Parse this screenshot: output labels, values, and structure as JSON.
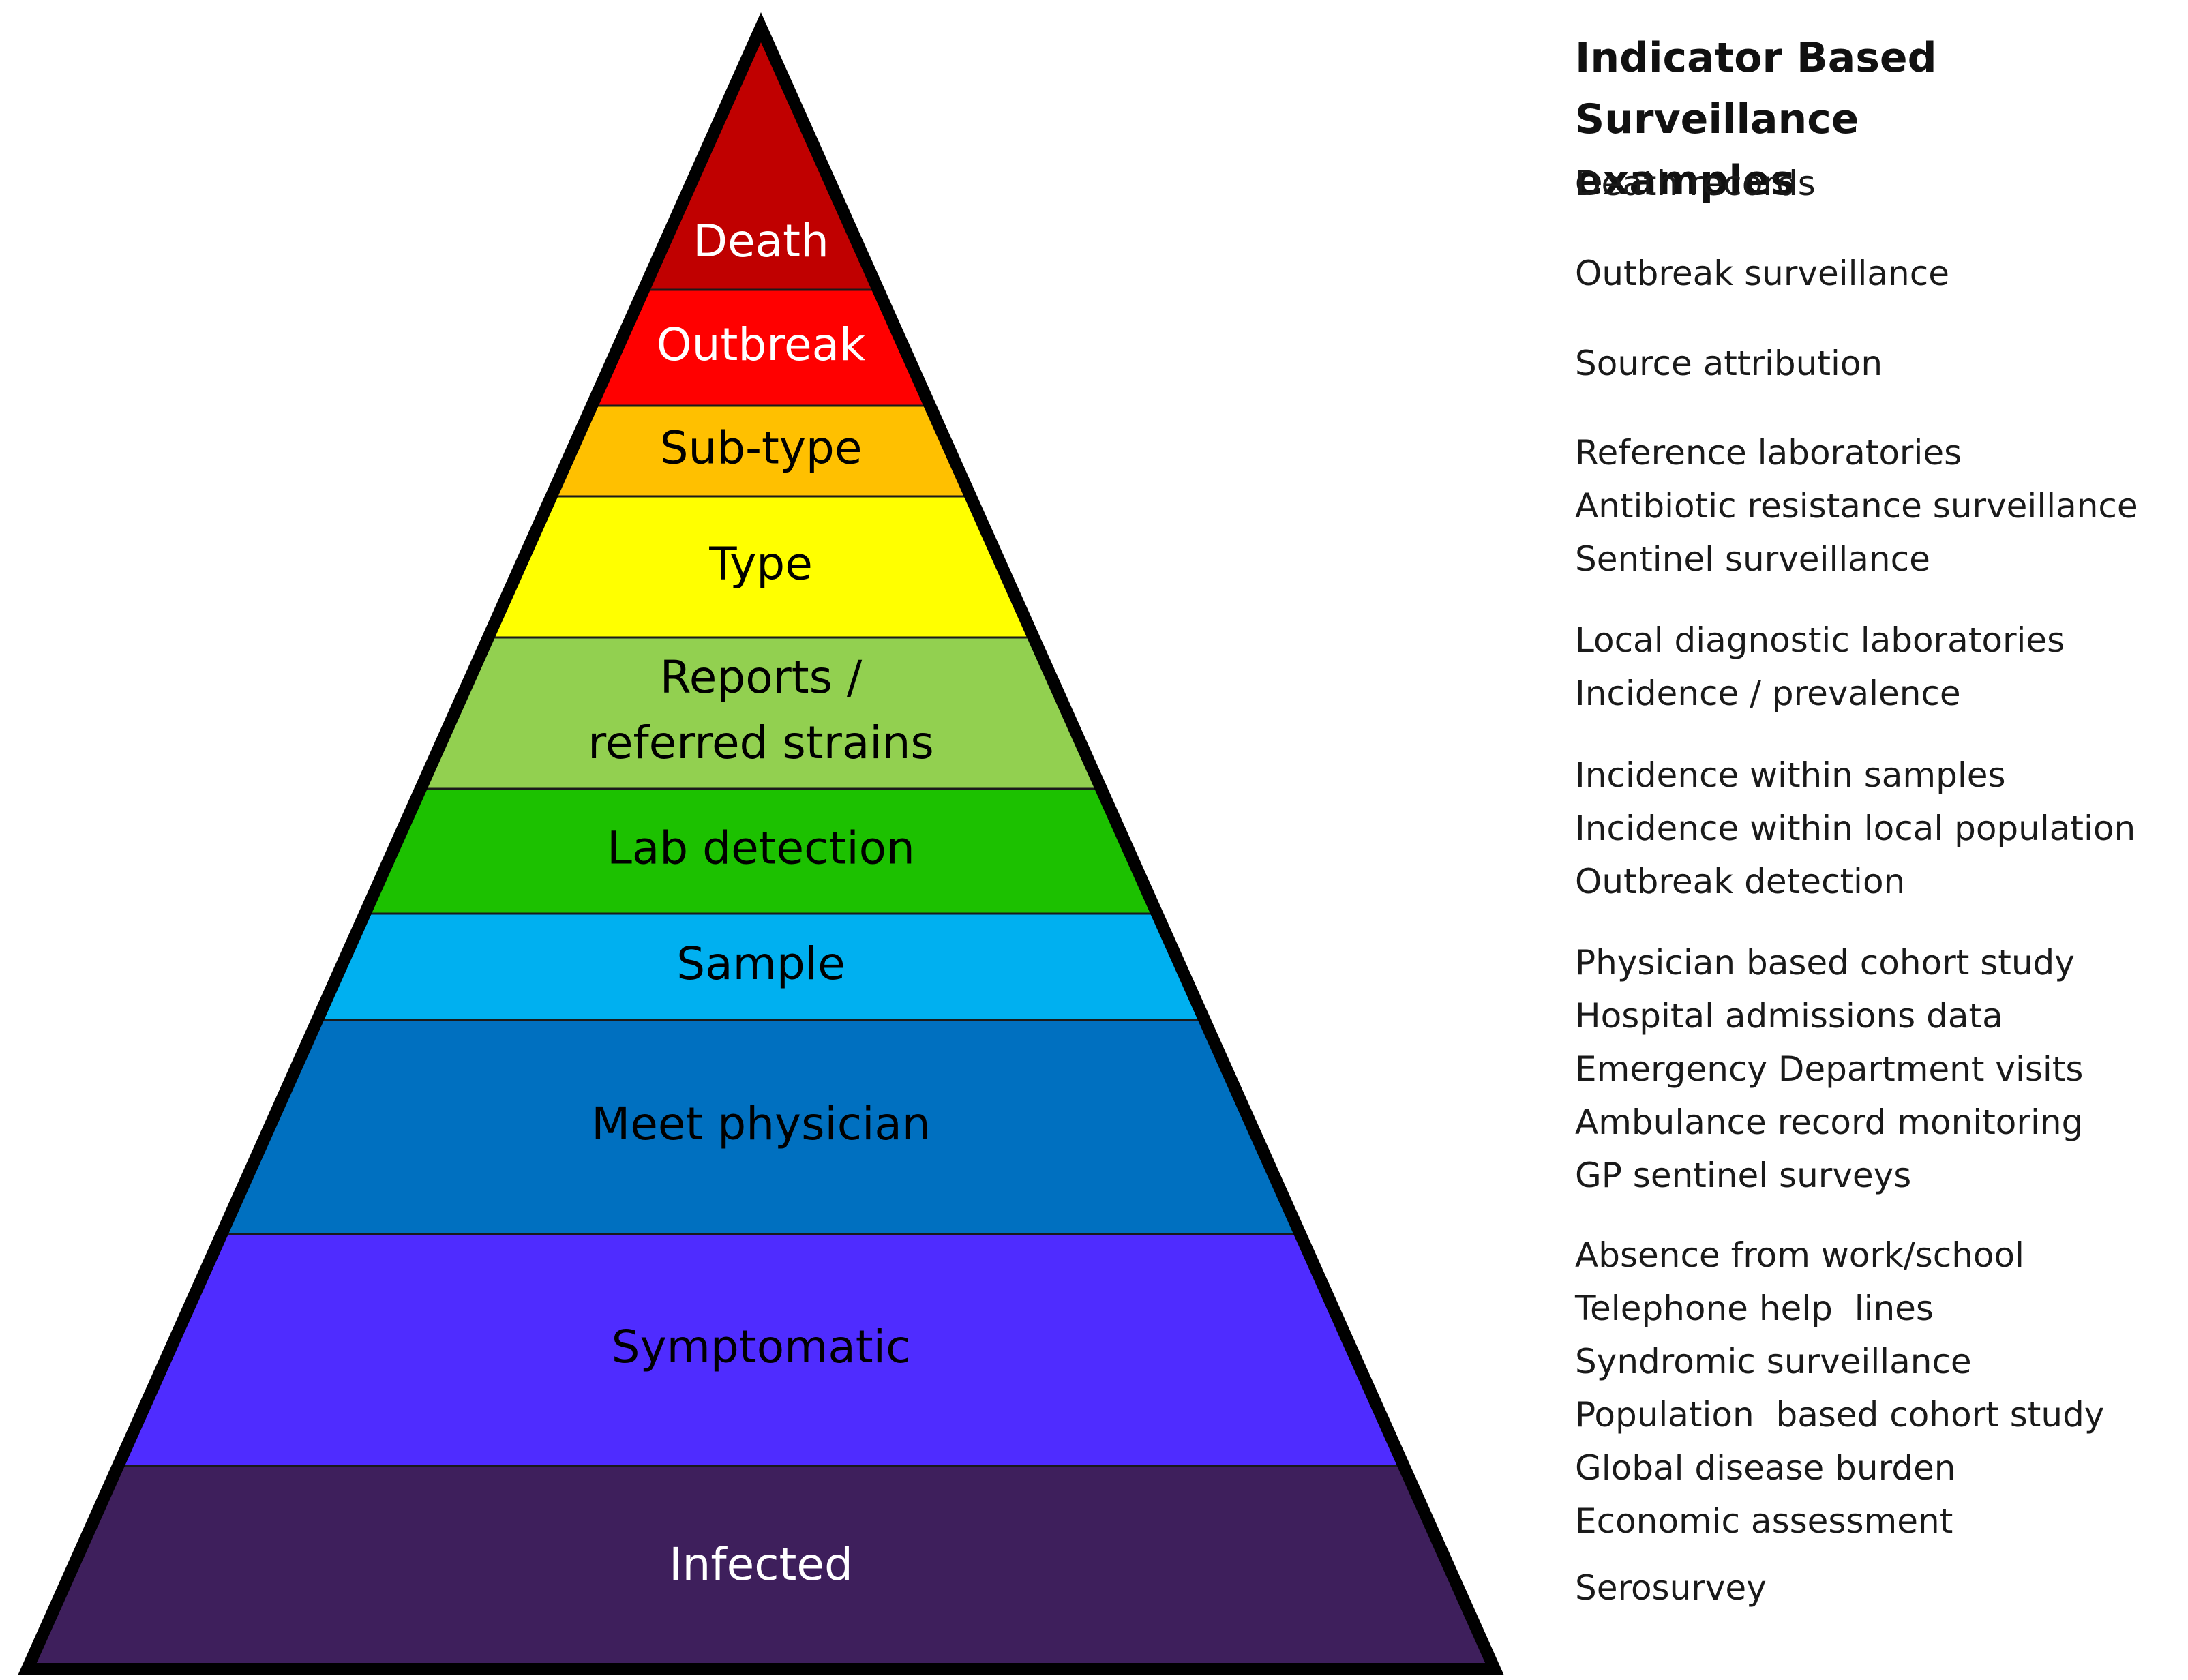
{
  "diagram": {
    "layers": [
      {
        "label_lines": [
          "Death"
        ],
        "color": "#c00000",
        "text_color": "#ffffff"
      },
      {
        "label_lines": [
          "Outbreak"
        ],
        "color": "#ff0000",
        "text_color": "#ffffff"
      },
      {
        "label_lines": [
          "Sub-type"
        ],
        "color": "#ffc000",
        "text_color": "#000000"
      },
      {
        "label_lines": [
          "Type"
        ],
        "color": "#ffff00",
        "text_color": "#000000"
      },
      {
        "label_lines": [
          "Reports /",
          "referred strains"
        ],
        "color": "#92d050",
        "text_color": "#000000"
      },
      {
        "label_lines": [
          "Lab detection"
        ],
        "color": "#1cc100",
        "text_color": "#000000"
      },
      {
        "label_lines": [
          "Sample"
        ],
        "color": "#00b0f0",
        "text_color": "#000000"
      },
      {
        "label_lines": [
          "Meet physician"
        ],
        "color": "#0070c0",
        "text_color": "#000000"
      },
      {
        "label_lines": [
          "Symptomatic"
        ],
        "color": "#4f2cff",
        "text_color": "#000000"
      },
      {
        "label_lines": [
          "Infected"
        ],
        "color": "#3e1f5c",
        "text_color": "#ffffff"
      }
    ]
  },
  "panel": {
    "title_line1": "Indicator Based Surveillance",
    "title_line2": "examples",
    "groups": [
      [
        "Death records"
      ],
      [
        "Outbreak surveillance"
      ],
      [
        "Source attribution"
      ],
      [
        "Reference laboratories",
        "Antibiotic resistance surveillance",
        "Sentinel surveillance"
      ],
      [
        "Local diagnostic laboratories",
        "Incidence / prevalence"
      ],
      [
        "Incidence within samples",
        "Incidence within local population",
        "Outbreak detection"
      ],
      [
        "Physician based cohort study",
        "Hospital admissions data",
        "Emergency Department visits",
        "Ambulance record monitoring",
        "GP sentinel surveys"
      ],
      [
        "Absence from work/school",
        "Telephone help  lines",
        "Syndromic surveillance",
        "Population  based cohort study",
        "Global disease burden",
        "Economic assessment"
      ],
      [
        "Serosurvey"
      ]
    ]
  }
}
